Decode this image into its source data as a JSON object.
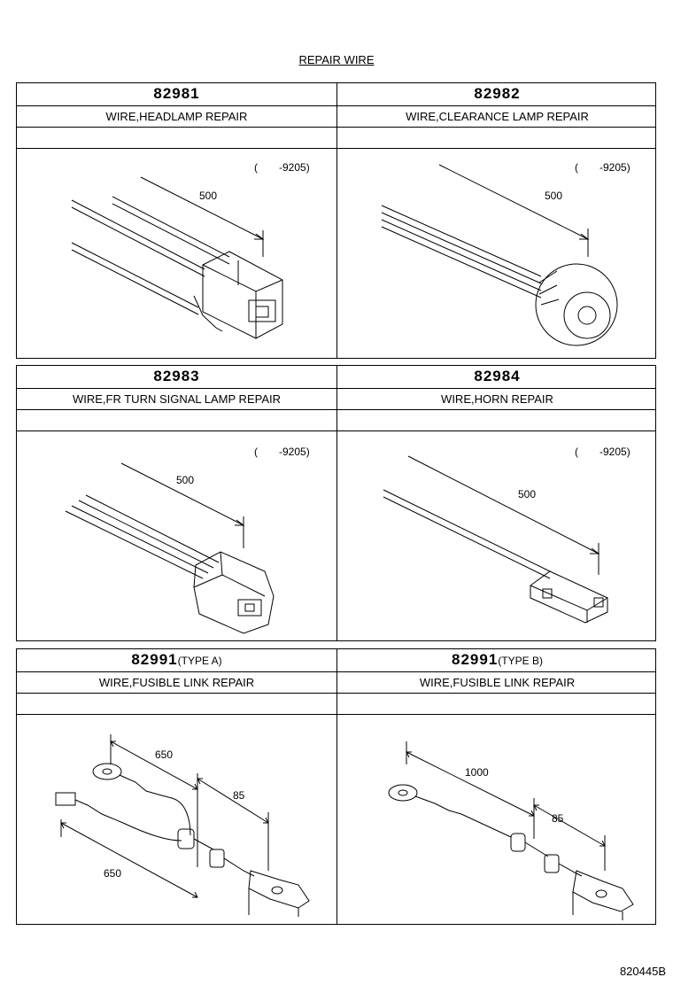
{
  "title": "REPAIR WIRE",
  "footer_code": "820445B",
  "blocks": [
    {
      "left": {
        "part_no": "82981",
        "type": "",
        "desc": "WIRE,HEADLAMP REPAIR",
        "date": "(　　-9205)",
        "dims": [
          "500"
        ]
      },
      "right": {
        "part_no": "82982",
        "type": "",
        "desc": "WIRE,CLEARANCE LAMP REPAIR",
        "date": "(　　-9205)",
        "dims": [
          "500"
        ]
      }
    },
    {
      "left": {
        "part_no": "82983",
        "type": "",
        "desc": "WIRE,FR TURN SIGNAL LAMP REPAIR",
        "date": "(　　-9205)",
        "dims": [
          "500"
        ]
      },
      "right": {
        "part_no": "82984",
        "type": "",
        "desc": "WIRE,HORN REPAIR",
        "date": "(　　-9205)",
        "dims": [
          "500"
        ]
      }
    },
    {
      "left": {
        "part_no": "82991",
        "type": "(TYPE A)",
        "desc": "WIRE,FUSIBLE LINK REPAIR",
        "date": "",
        "dims": [
          "650",
          "85",
          "650"
        ]
      },
      "right": {
        "part_no": "82991",
        "type": "(TYPE B)",
        "desc": "WIRE,FUSIBLE LINK REPAIR",
        "date": "",
        "dims": [
          "1000",
          "85"
        ]
      }
    }
  ]
}
